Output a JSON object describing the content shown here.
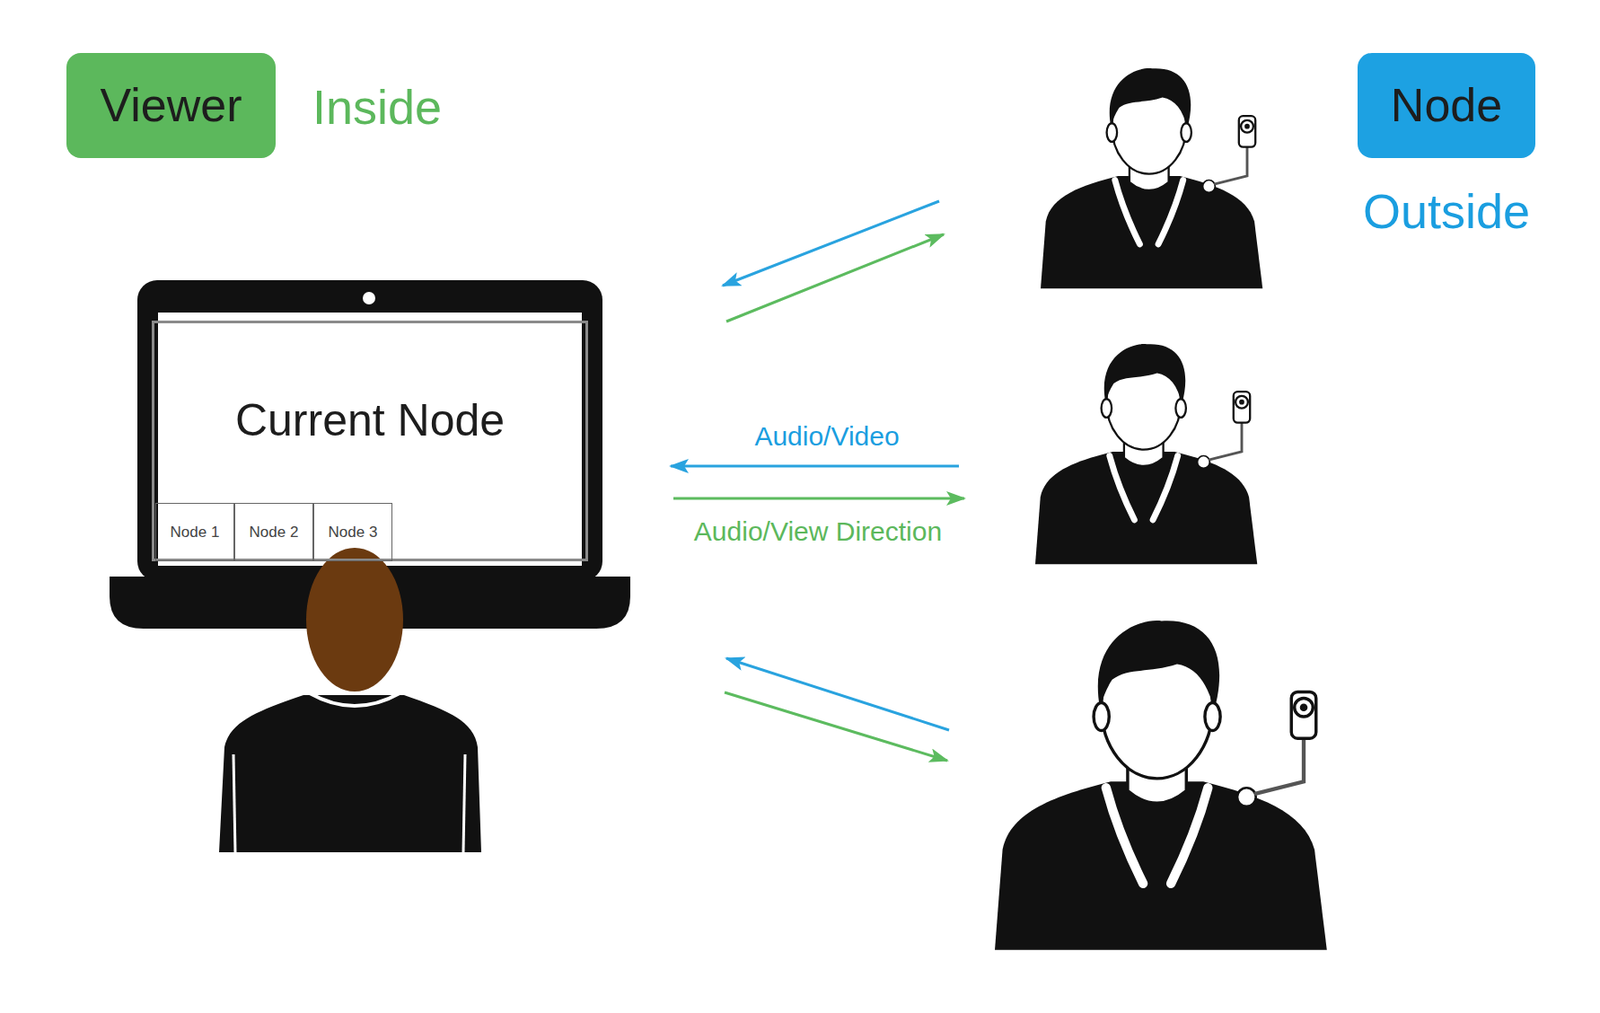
{
  "diagram": {
    "nodes": [
      {
        "text": [
          "Viewer"
        ]
      },
      {
        "text": [
          "Node"
        ]
      },
      {
        "text": [
          "Current Node"
        ]
      },
      {
        "text": [
          "Node 1"
        ],
        "in": 2
      },
      {
        "text": [
          "Node 2"
        ],
        "in": 2
      },
      {
        "text": [
          "Node 3"
        ],
        "in": 2
      }
    ],
    "labels": [
      "Inside",
      "Outside",
      "Audio/Video",
      "Audio/View Direction"
    ]
  }
}
